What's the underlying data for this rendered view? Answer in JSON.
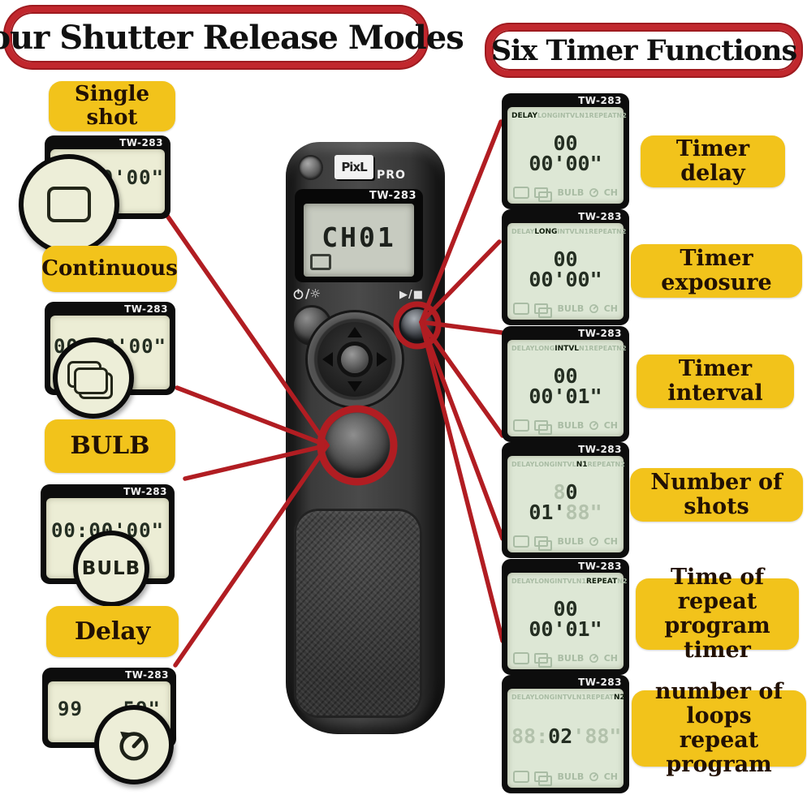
{
  "titles": {
    "left": "Four Shutter Release Modes",
    "right": "Six Timer Functions"
  },
  "remote": {
    "brand": "PixL",
    "brand_sub": "PRO",
    "model": "TW-283",
    "lcd_text": "CH01",
    "backlight_label": "/☼",
    "playstop_label": "▶/■"
  },
  "lcd_common": {
    "model_badge": "TW-283",
    "status_tokens": [
      "DELAY",
      "LONG",
      "INTVL",
      "N1",
      "REPEAT",
      "N2"
    ],
    "bulb_label": "BULB",
    "ch_label": "CH"
  },
  "left_modes": [
    {
      "label": "Single shot",
      "display": "00:00'00\"",
      "icon": "single-frame"
    },
    {
      "label": "Continuous",
      "display": "00:00'00\"",
      "icon": "multi-frame"
    },
    {
      "label": "BULB",
      "display": "00:00'00\"",
      "icon": "bulb-text",
      "icon_text": "BULB"
    },
    {
      "label": "Delay",
      "display": "99",
      "display2": "59\"",
      "icon": "timer"
    }
  ],
  "right_functions": [
    {
      "label": "Timer delay",
      "active": "DELAY",
      "digits": [
        {
          "text": "00 00'00\"",
          "ghost": false
        }
      ]
    },
    {
      "label": "Timer exposure",
      "active": "LONG",
      "digits": [
        {
          "text": "00 00'00\"",
          "ghost": false
        }
      ]
    },
    {
      "label": "Timer interval",
      "active": "INTVL",
      "digits": [
        {
          "text": "00 00'01\"",
          "ghost": false
        }
      ]
    },
    {
      "label": "Number of shots",
      "active": "N1",
      "digits": [
        {
          "text": "8",
          "ghost": true
        },
        {
          "text": "0 01'",
          "ghost": false
        },
        {
          "text": "88\"",
          "ghost": true
        }
      ]
    },
    {
      "label": "Time of repeat\nprogram timer",
      "active": "REPEAT",
      "digits": [
        {
          "text": "00 00'01\"",
          "ghost": false
        }
      ]
    },
    {
      "label": "number of loops\nrepeat program",
      "active": "N2",
      "digits": [
        {
          "text": "88:",
          "ghost": true
        },
        {
          "text": "02",
          "ghost": false
        },
        {
          "text": "'88\"",
          "ghost": true
        }
      ]
    }
  ]
}
